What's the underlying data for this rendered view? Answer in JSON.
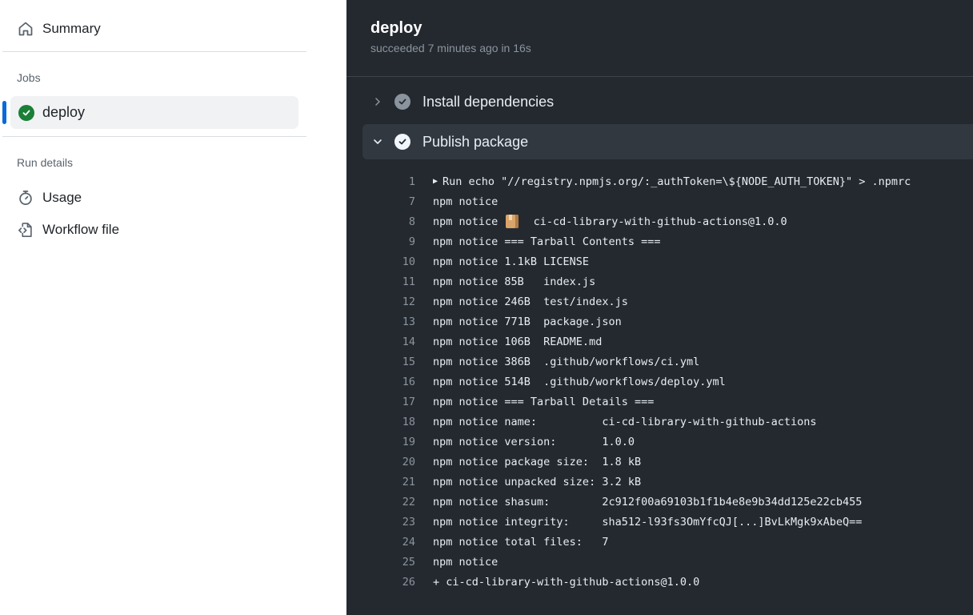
{
  "sidebar": {
    "summary_label": "Summary",
    "jobs_heading": "Jobs",
    "jobs": [
      {
        "label": "deploy",
        "status": "success"
      }
    ],
    "run_details_heading": "Run details",
    "run_details": [
      {
        "label": "Usage",
        "icon": "stopwatch-icon"
      },
      {
        "label": "Workflow file",
        "icon": "file-code-icon"
      }
    ]
  },
  "job": {
    "title": "deploy",
    "subtitle": "succeeded 7 minutes ago in 16s"
  },
  "steps": [
    {
      "name": "Install dependencies",
      "expanded": false,
      "status": "success"
    },
    {
      "name": "Publish package",
      "expanded": true,
      "status": "success"
    }
  ],
  "log": {
    "lines": [
      {
        "num": "1",
        "text": "Run echo \"//registry.npmjs.org/:_authToken=\\${NODE_AUTH_TOKEN}\" > .npmrc",
        "collapsible": true
      },
      {
        "num": "7",
        "text": "npm notice"
      },
      {
        "num": "8",
        "text_before": "npm notice ",
        "emoji": "package-icon",
        "text_after": "  ci-cd-library-with-github-actions@1.0.0"
      },
      {
        "num": "9",
        "text": "npm notice === Tarball Contents ==="
      },
      {
        "num": "10",
        "text": "npm notice 1.1kB LICENSE"
      },
      {
        "num": "11",
        "text": "npm notice 85B   index.js"
      },
      {
        "num": "12",
        "text": "npm notice 246B  test/index.js"
      },
      {
        "num": "13",
        "text": "npm notice 771B  package.json"
      },
      {
        "num": "14",
        "text": "npm notice 106B  README.md"
      },
      {
        "num": "15",
        "text": "npm notice 386B  .github/workflows/ci.yml"
      },
      {
        "num": "16",
        "text": "npm notice 514B  .github/workflows/deploy.yml"
      },
      {
        "num": "17",
        "text": "npm notice === Tarball Details ==="
      },
      {
        "num": "18",
        "text": "npm notice name:          ci-cd-library-with-github-actions"
      },
      {
        "num": "19",
        "text": "npm notice version:       1.0.0"
      },
      {
        "num": "20",
        "text": "npm notice package size:  1.8 kB"
      },
      {
        "num": "21",
        "text": "npm notice unpacked size: 3.2 kB"
      },
      {
        "num": "22",
        "text": "npm notice shasum:        2c912f00a69103b1f1b4e8e9b34dd125e22cb455"
      },
      {
        "num": "23",
        "text": "npm notice integrity:     sha512-l93fs3OmYfcQJ[...]BvLkMgk9xAbeQ=="
      },
      {
        "num": "24",
        "text": "npm notice total files:   7"
      },
      {
        "num": "25",
        "text": "npm notice"
      },
      {
        "num": "26",
        "text": "+ ci-cd-library-with-github-actions@1.0.0"
      }
    ]
  },
  "colors": {
    "accent": "#0969da",
    "success": "#1a7f37",
    "log_bg": "#24292f",
    "step_expanded_bg": "#32383f"
  }
}
